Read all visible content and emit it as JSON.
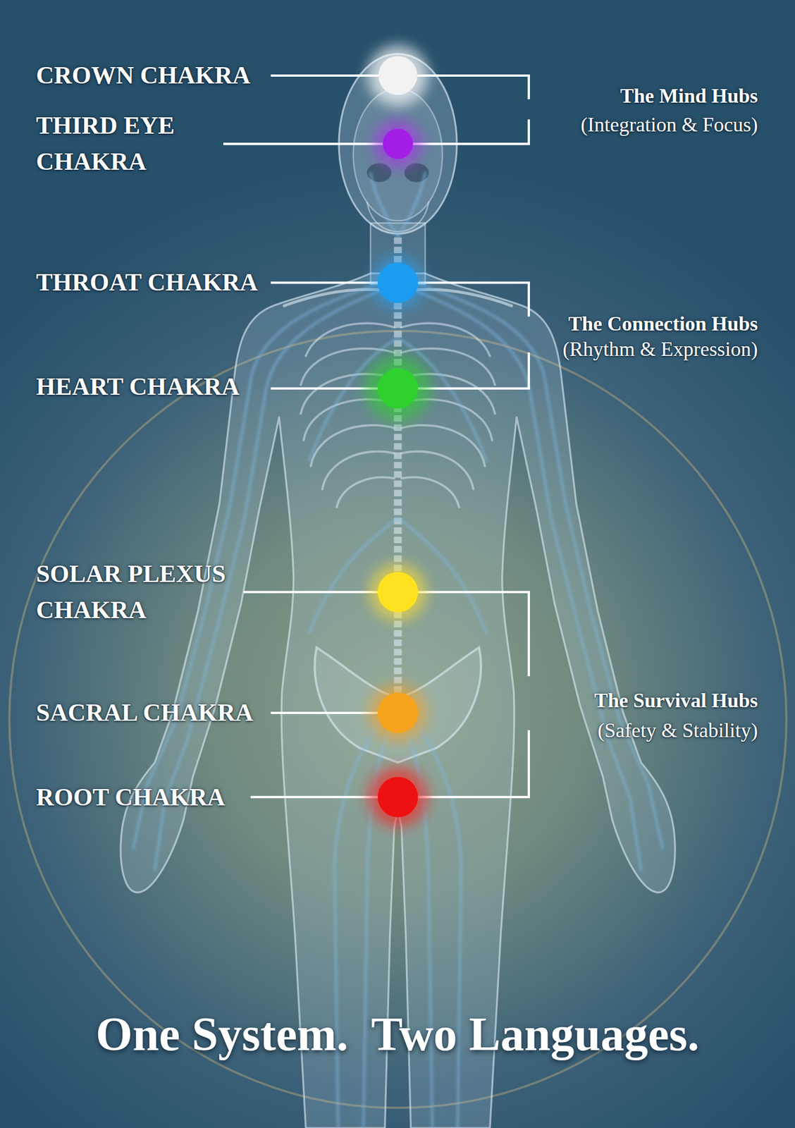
{
  "diagram": {
    "caption": "One System.  Two Languages.",
    "labels": [
      "CROWN CHAKRA",
      "THIRD EYE CHAKRA",
      "THROAT CHAKRA",
      "HEART CHAKRA",
      "SOLAR PLEXUS CHAKRA",
      "SACRAL CHAKRA",
      "ROOT CHAKRA",
      "The Mind Hubs",
      "(Integration & Focus)",
      "The Connection Hubs",
      "(Rhythm & Expression)",
      "The Survival Hubs",
      "(Safety & Stability)"
    ]
  }
}
